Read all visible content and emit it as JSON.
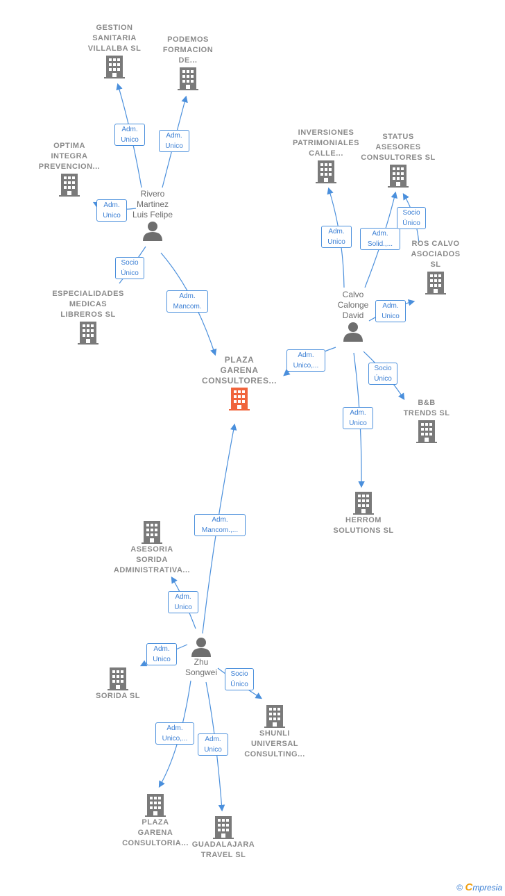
{
  "colors": {
    "edge": "#4a8fdc",
    "company_icon": "#7a7a7a",
    "main_company_icon": "#f0643c",
    "person_icon": "#6e6e6e"
  },
  "companies": {
    "gestion": "GESTION\nSANITARIA\nVILLALBA SL",
    "podemos": "PODEMOS\nFORMACION\nDE...",
    "optima": "OPTIMA\nINTEGRA\nPREVENCION...",
    "especialidades": "ESPECIALIDADES\nMEDICAS\nLIBREROS SL",
    "inversiones": "INVERSIONES\nPATRIMONIALES\nCALLE...",
    "status": "STATUS\nASESORES\nCONSULTORES SL",
    "ros": "ROS CALVO\nASOCIADOS\nSL",
    "plaza_main": "PLAZA\nGARENA\nCONSULTORES...",
    "bb": "B&B\nTRENDS  SL",
    "herrom": "HERROM\nSOLUTIONS SL",
    "asesoria": "ASESORIA\nSORIDA\nADMINISTRATIVA...",
    "sorida": "SORIDA  SL",
    "shunli": "SHUNLI\nUNIVERSAL\nCONSULTING...",
    "plaza_cons": "PLAZA\nGARENA\nCONSULTORIA...",
    "guadalajara": "GUADALAJARA\nTRAVEL  SL"
  },
  "persons": {
    "rivero": "Rivero\nMartinez\nLuis Felipe",
    "calvo": "Calvo\nCalonge\nDavid",
    "zhu": "Zhu\nSongwei"
  },
  "edges": {
    "e1": "Adm.\nUnico",
    "e2": "Adm.\nUnico",
    "e3": "Adm.\nUnico",
    "e4": "Socio\nÚnico",
    "e5": "Adm.\nMancom.",
    "e6": "Adm.\nUnico",
    "e7": "Adm.\nSolid.,...",
    "e8": "Socio\nÚnico",
    "e9": "Adm.\nUnico",
    "e10": "Adm.\nUnico,...",
    "e11": "Socio\nÚnico",
    "e12": "Adm.\nUnico",
    "e13": "Adm.\nMancom.,...",
    "e14": "Adm.\nUnico",
    "e15": "Adm.\nUnico",
    "e16": "Socio\nÚnico",
    "e17": "Adm.\nUnico,...",
    "e18": "Adm.\nUnico"
  },
  "footer": {
    "copyright": "©",
    "brand_initial": "C",
    "brand_rest": "mpresia"
  }
}
